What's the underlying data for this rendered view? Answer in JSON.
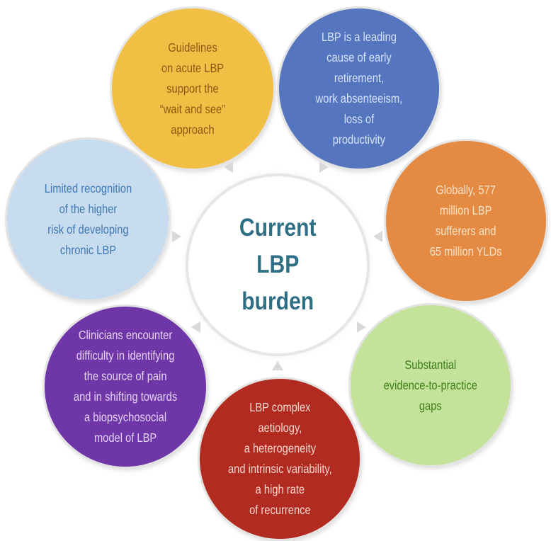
{
  "center": {
    "label": "Current\nLBP\nburden",
    "color": "#2f6f86"
  },
  "nodes": [
    {
      "id": "guidelines",
      "label": "Guidelines\non acute LBP\nsupport the\n“wait and see”\napproach",
      "fill": "#f2bf45",
      "text_color": "#8a5a12"
    },
    {
      "id": "retirement",
      "label": "LBP is a leading\ncause of early\nretirement,\nwork absenteeism,\nloss of\nproductivity",
      "fill": "#5576bf",
      "text_color": "#d6e2f6"
    },
    {
      "id": "global",
      "label": "Globally, 577\nmillion LBP\nsufferers  and\n65 million YLDs",
      "fill": "#e48a43",
      "text_color": "#fbe3c8"
    },
    {
      "id": "gaps",
      "label": "Substantial\nevidence-to-practice\ngaps",
      "fill": "#c3e29a",
      "text_color": "#3f7f17"
    },
    {
      "id": "aetiology",
      "label": "LBP complex\naetiology,\na heterogeneity\nand intrinsic variability,\na high rate\nof recurrence",
      "fill": "#b22b20",
      "text_color": "#f5d6cf"
    },
    {
      "id": "clinicians",
      "label": "Clinicians encounter\ndifficulty in  identifying\nthe source of pain\nand in  shifting towards\na biopsychosocial\nmodel of LBP",
      "fill": "#6f36a8",
      "text_color": "#e4d3f3"
    },
    {
      "id": "recognition",
      "label": "Limited recognition\nof the higher\nrisk of developing\nchronic LBP",
      "fill": "#c7dcee",
      "text_color": "#3f78b3"
    }
  ]
}
